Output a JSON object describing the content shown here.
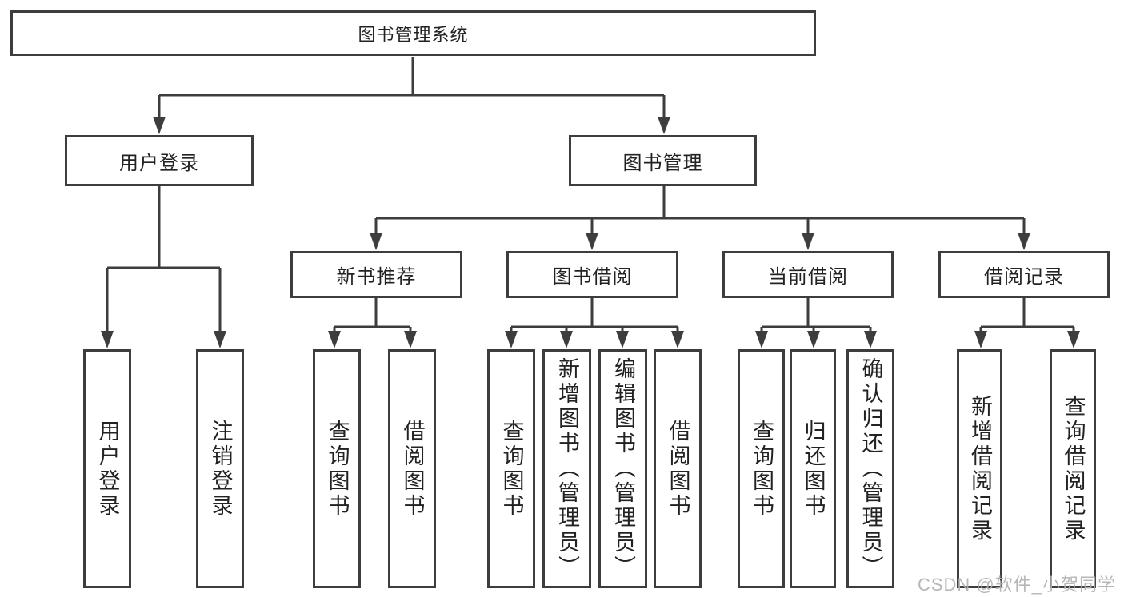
{
  "tree": {
    "root": {
      "label": "图书管理系统"
    },
    "branches": [
      {
        "label": "用户登录",
        "children": [
          {
            "label": "用户登录"
          },
          {
            "label": "注销登录"
          }
        ]
      },
      {
        "label": "图书管理",
        "children": [
          {
            "label": "新书推荐",
            "children": [
              {
                "label": "查询图书"
              },
              {
                "label": "借阅图书"
              }
            ]
          },
          {
            "label": "图书借阅",
            "children": [
              {
                "label": "查询图书"
              },
              {
                "label": "新增图书（管理员）"
              },
              {
                "label": "编辑图书（管理员）"
              },
              {
                "label": "借阅图书"
              }
            ]
          },
          {
            "label": "当前借阅",
            "children": [
              {
                "label": "查询图书"
              },
              {
                "label": "归还图书"
              },
              {
                "label": "确认归还（管理员）"
              }
            ]
          },
          {
            "label": "借阅记录",
            "children": [
              {
                "label": "新增借阅记录"
              },
              {
                "label": "查询借阅记录"
              }
            ]
          }
        ]
      }
    ]
  },
  "watermark": {
    "text": "CSDN @软件_小贺同学"
  },
  "colors": {
    "line": "#3d3d3d",
    "text": "#222222",
    "watermark": "#b1b1b1",
    "background": "#ffffff"
  }
}
